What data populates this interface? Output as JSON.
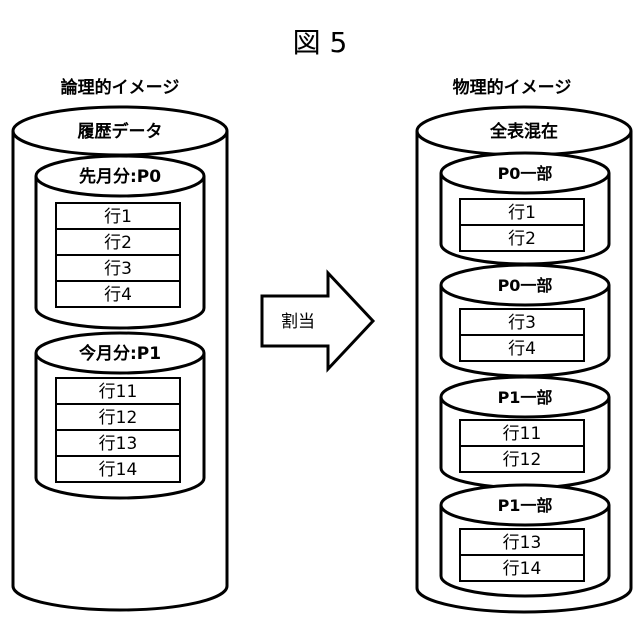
{
  "figure_title": "図 5",
  "left": {
    "title": "論理的イメージ",
    "database": "履歴データ",
    "partitions": [
      {
        "label": "先月分:P0",
        "rows": [
          "行1",
          "行2",
          "行3",
          "行4"
        ]
      },
      {
        "label": "今月分:P1",
        "rows": [
          "行11",
          "行12",
          "行13",
          "行14"
        ]
      }
    ]
  },
  "arrow": {
    "label": "割当"
  },
  "right": {
    "title": "物理的イメージ",
    "database": "全表混在",
    "partitions": [
      {
        "label": "P0一部",
        "rows": [
          "行1",
          "行2"
        ]
      },
      {
        "label": "P0一部",
        "rows": [
          "行3",
          "行4"
        ]
      },
      {
        "label": "P1一部",
        "rows": [
          "行11",
          "行12"
        ]
      },
      {
        "label": "P1一部",
        "rows": [
          "行13",
          "行14"
        ]
      }
    ]
  }
}
